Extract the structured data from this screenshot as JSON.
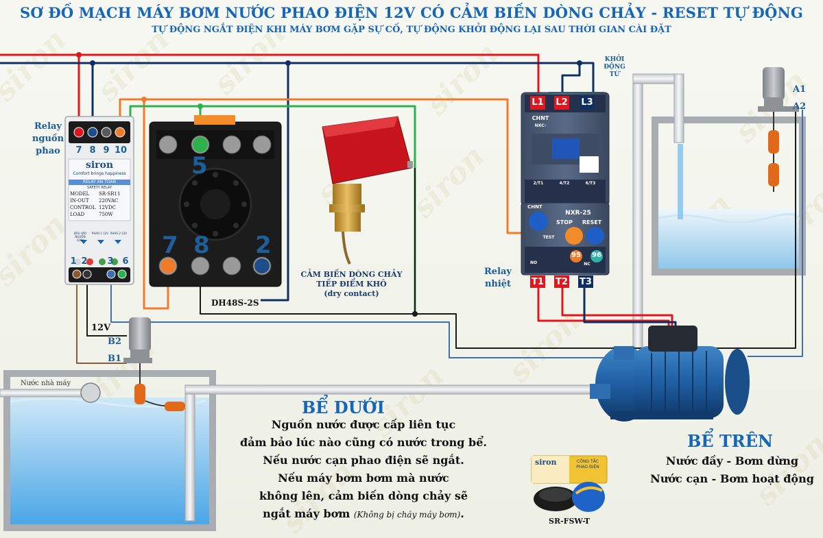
{
  "title": "SƠ ĐỒ MẠCH MÁY BƠM NƯỚC PHAO ĐIỆN 12V CÓ CẢM BIẾN DÒNG CHẢY - RESET TỰ ĐỘNG",
  "subtitle": "TỰ ĐỘNG NGẮT ĐIỆN KHI MÁY BƠM GẶP SỰ CỐ, TỰ ĐỘNG KHỞI ĐỘNG LẠI SAU THỜI GIAN CÀI ĐẶT",
  "watermark": "siron",
  "relay_float": {
    "label_line1": "Relay",
    "label_line2": "nguồn",
    "label_line3": "phao",
    "brand": "siron",
    "tagline": "Comfort brings happiness",
    "panel_title": "RELAY AN TOÀN",
    "panel_subtitle": "SAFETY RELAY",
    "rows": [
      {
        "key": "MODEL",
        "value": "SR-SR11"
      },
      {
        "key": "IN-OUT",
        "value": "220VAC"
      },
      {
        "key": "CONTROL",
        "value": "12VDC"
      },
      {
        "key": "LOAD",
        "value": "750W"
      }
    ],
    "top_terminals": [
      "7",
      "8",
      "9",
      "10"
    ],
    "bottom_terminals": [
      "1",
      "2",
      "3",
      "6"
    ],
    "bottom_notes": [
      "ĐẦU VÀO NGUỒN 220V",
      "PHAO 1 12V",
      "PHAO 2 12V"
    ]
  },
  "timer": {
    "model": "DH48S-2S",
    "pin_top": "5",
    "pins_bottom": [
      "7",
      "8",
      "2"
    ]
  },
  "flow_sensor": {
    "line1": "CẢM BIẾN DÒNG CHẢY",
    "line2": "TIẾP ĐIỂM KHÔ",
    "line3": "(dry contact)"
  },
  "contactor": {
    "label_line1": "KHỞI",
    "label_line2": "ĐỘNG",
    "label_line3": "TỪ",
    "brand": "CHNT",
    "model": "NXC-",
    "top_terminals": [
      "L1",
      "L2",
      "L3"
    ],
    "bottom_terminals": [
      "2/T1",
      "4/T2",
      "6/T3"
    ]
  },
  "thermal_relay": {
    "label_line1": "Relay",
    "label_line2": "nhiệt",
    "brand": "CHNT",
    "model": "NXR-25",
    "stop_label": "STOP",
    "reset_label": "RESET",
    "test_label": "TEST",
    "aux_terminals": [
      "95",
      "96"
    ],
    "nc_label": "NC",
    "no_label": "NO",
    "bottom_terminals": [
      "T1",
      "T2",
      "T3"
    ]
  },
  "float_labels": {
    "b1": "B1",
    "b2": "B2",
    "v12": "12V",
    "a1": "A1",
    "a2": "A2"
  },
  "lower_tank": {
    "heading": "BỂ DƯỚI",
    "inlet_label": "Nước nhà máy",
    "lines": [
      "Nguồn nước được cấp liên tục",
      "đảm bảo lúc nào cũng có nước trong bể.",
      "Nếu nước cạn phao điện sẽ ngắt.",
      "Nếu máy bơm bơm mà nước",
      "không lên, cảm biến dòng chảy sẽ",
      "ngắt máy bơm"
    ],
    "note": "(Không bị cháy máy bơm)"
  },
  "upper_tank": {
    "heading": "BỂ TRÊN",
    "line1": "Nước đầy - Bơm dừng",
    "line2": "Nước cạn - Bơm hoạt động"
  },
  "product": {
    "brand": "siron",
    "box_text_1": "CÔNG TẮC",
    "box_text_2": "PHAO ĐIỆN",
    "model": "SR-FSW-T"
  },
  "colors": {
    "title": "#1565b8",
    "wire_red": "#e0161c",
    "wire_navy": "#0f2f63",
    "wire_orange": "#f07b2a",
    "wire_green": "#2bb24c",
    "wire_brown": "#8a5a34",
    "wire_blue": "#3e6fae",
    "wire_black": "#1a1a1a",
    "wire_teal": "#2ab3a6",
    "water": "#6fb7ea"
  }
}
